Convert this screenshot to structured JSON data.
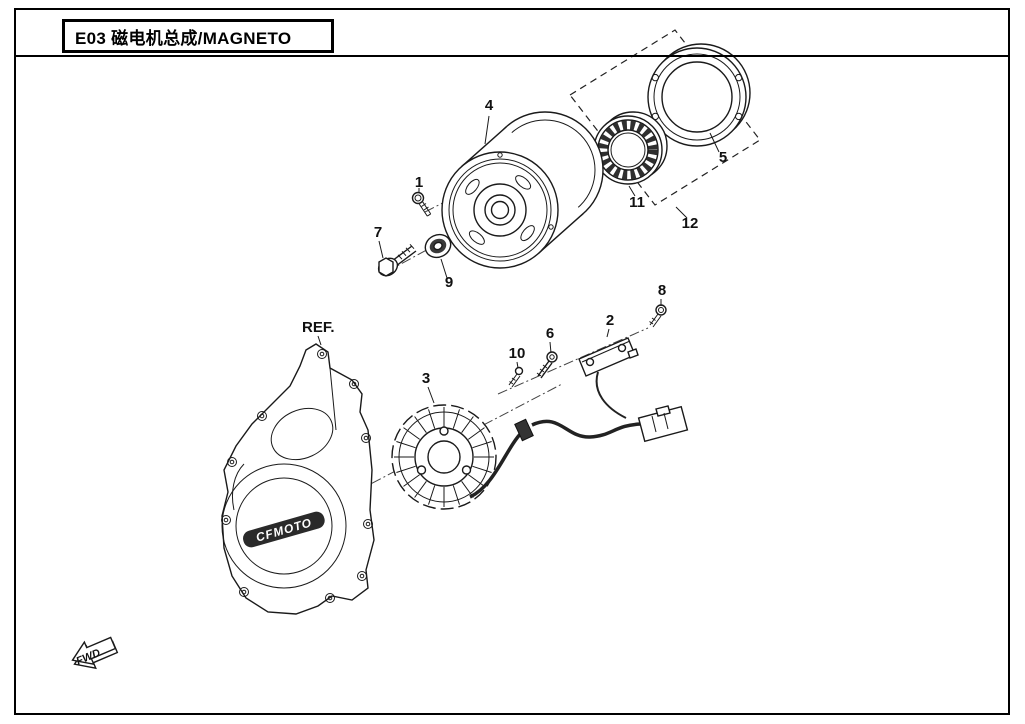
{
  "page": {
    "title": "E03 磁电机总成/MAGNETO",
    "fwd_label": "FWD"
  },
  "diagram": {
    "cover_brand": "CFMOTO",
    "labels": [
      {
        "text": "1"
      },
      {
        "text": "2"
      },
      {
        "text": "3"
      },
      {
        "text": "4"
      },
      {
        "text": "5"
      },
      {
        "text": "6"
      },
      {
        "text": "7"
      },
      {
        "text": "8"
      },
      {
        "text": "9"
      },
      {
        "text": "10"
      },
      {
        "text": "11"
      },
      {
        "text": "12"
      },
      {
        "text": "REF."
      }
    ]
  }
}
